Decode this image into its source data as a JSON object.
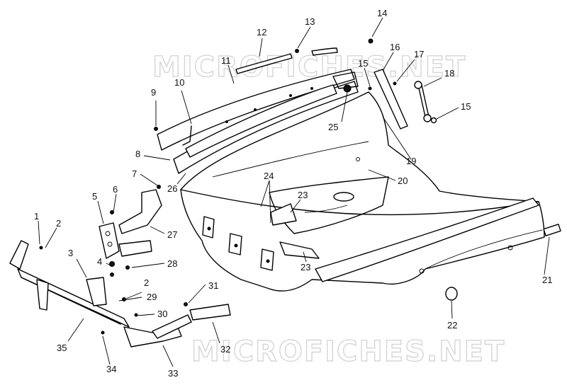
{
  "watermarks": [
    "MICROFICHES.NET",
    "MICROFICHES.NET"
  ],
  "callouts": [
    {
      "id": "1",
      "label": "1"
    },
    {
      "id": "2a",
      "label": "2"
    },
    {
      "id": "2b",
      "label": "2"
    },
    {
      "id": "3",
      "label": "3"
    },
    {
      "id": "4",
      "label": "4"
    },
    {
      "id": "5",
      "label": "5"
    },
    {
      "id": "6",
      "label": "6"
    },
    {
      "id": "7",
      "label": "7"
    },
    {
      "id": "8",
      "label": "8"
    },
    {
      "id": "9",
      "label": "9"
    },
    {
      "id": "10",
      "label": "10"
    },
    {
      "id": "11",
      "label": "11"
    },
    {
      "id": "12",
      "label": "12"
    },
    {
      "id": "13",
      "label": "13"
    },
    {
      "id": "14",
      "label": "14"
    },
    {
      "id": "15a",
      "label": "15"
    },
    {
      "id": "15b",
      "label": "15"
    },
    {
      "id": "16",
      "label": "16"
    },
    {
      "id": "17",
      "label": "17"
    },
    {
      "id": "18",
      "label": "18"
    },
    {
      "id": "19",
      "label": "19"
    },
    {
      "id": "20",
      "label": "20"
    },
    {
      "id": "21",
      "label": "21"
    },
    {
      "id": "22",
      "label": "22"
    },
    {
      "id": "23a",
      "label": "23"
    },
    {
      "id": "23b",
      "label": "23"
    },
    {
      "id": "24",
      "label": "24"
    },
    {
      "id": "25",
      "label": "25"
    },
    {
      "id": "26",
      "label": "26"
    },
    {
      "id": "27",
      "label": "27"
    },
    {
      "id": "28",
      "label": "28"
    },
    {
      "id": "29",
      "label": "29"
    },
    {
      "id": "30",
      "label": "30"
    },
    {
      "id": "31",
      "label": "31"
    },
    {
      "id": "32",
      "label": "32"
    },
    {
      "id": "33",
      "label": "33"
    },
    {
      "id": "34",
      "label": "34"
    },
    {
      "id": "35",
      "label": "35"
    }
  ]
}
